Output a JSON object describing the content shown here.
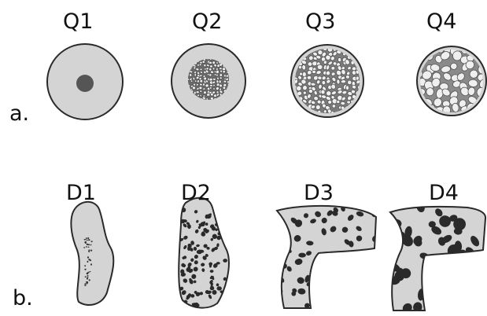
{
  "row_a": {
    "label": "a.",
    "items": [
      {
        "label": "Q1"
      },
      {
        "label": "Q2"
      },
      {
        "label": "Q3"
      },
      {
        "label": "Q4"
      }
    ]
  },
  "row_b": {
    "label": "b.",
    "items": [
      {
        "label": "D1"
      },
      {
        "label": "D2"
      },
      {
        "label": "D3"
      },
      {
        "label": "D4"
      }
    ]
  },
  "colors": {
    "fill": "#d4d4d4",
    "outline": "#2a2a2a",
    "spot": "#444444",
    "background": "#ffffff"
  }
}
